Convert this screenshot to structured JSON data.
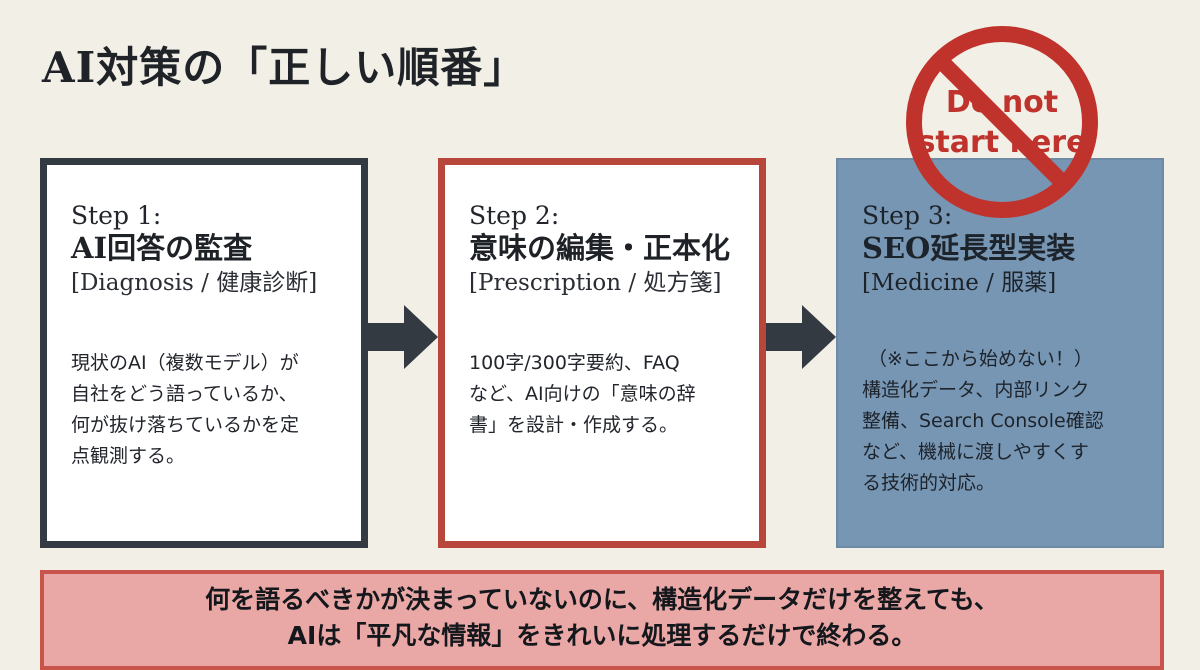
{
  "title": "AI対策の「正しい順番」",
  "steps": [
    {
      "label": "Step 1:",
      "heading": "AI回答の監査",
      "tag": "[Diagnosis / 健康診断]",
      "body_lines": [
        "現状のAI（複数モデル）が",
        "自社をどう語っているか、",
        "何が抜け落ちているかを定",
        "点観測する。"
      ]
    },
    {
      "label": "Step 2:",
      "heading": "意味の編集・正本化",
      "tag": "[Prescription / 処方箋]",
      "body_lines": [
        "100字/300字要約、FAQ",
        "など、AI向けの「意味の辞",
        "書」を設計・作成する。"
      ]
    },
    {
      "label": "Step 3:",
      "heading": "SEO延長型実装",
      "tag": "[Medicine / 服薬]",
      "body_lines": [
        "（※ここから始めない！）",
        "構造化データ、内部リンク",
        "整備、Search Console確認",
        "など、機械に渡しやすくす",
        "る技術的対応。"
      ]
    }
  ],
  "warning": {
    "line1": "Do not",
    "line2": "start here",
    "icon": "prohibition-sign",
    "color": "#c0322c"
  },
  "banner": {
    "line1": "何を語るべきかが決まっていないのに、構造化データだけを整えても、",
    "line2": "AIは「平凡な情報」をきれいに処理するだけで終わる。"
  },
  "colors": {
    "step1_border": "#343a42",
    "step2_border": "#b9463a",
    "step3_fill": "#7796b3",
    "banner_fill": "#e9a7a6",
    "banner_border": "#c9544c",
    "arrow": "#343a42"
  }
}
